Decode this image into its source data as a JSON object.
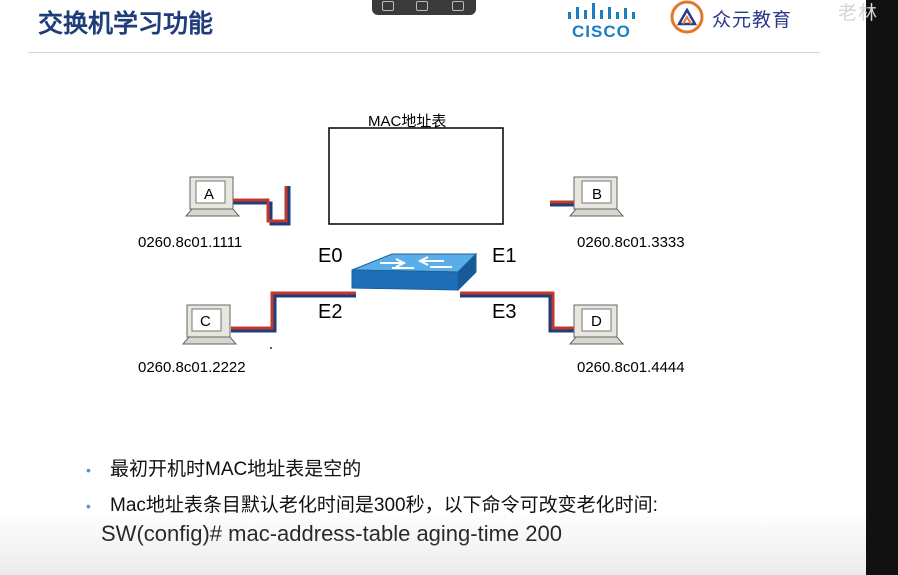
{
  "slide": {
    "title": "交换机学习功能",
    "logo_cisco": "CISCO",
    "logo_org": "众元教育",
    "watermark": "老林"
  },
  "diagram": {
    "mac_table_label": "MAC地址表",
    "hosts": [
      {
        "id": "A",
        "mac": "0260.8c01.1111"
      },
      {
        "id": "B",
        "mac": "0260.8c01.3333"
      },
      {
        "id": "C",
        "mac": "0260.8c01.2222"
      },
      {
        "id": "D",
        "mac": "0260.8c01.4444"
      }
    ],
    "ports": {
      "e0": "E0",
      "e1": "E1",
      "e2": "E2",
      "e3": "E3"
    },
    "colors": {
      "cable_red": "#c0392b",
      "cable_blue": "#1f3d7a",
      "switch_blue": "#2f86d6"
    }
  },
  "notes": {
    "bullets": [
      "最初开机时MAC地址表是空的",
      "Mac地址表条目默认老化时间是300秒，以下命令可改变老化时间:"
    ],
    "command": "SW(config)# mac-address-table aging-time 200"
  }
}
